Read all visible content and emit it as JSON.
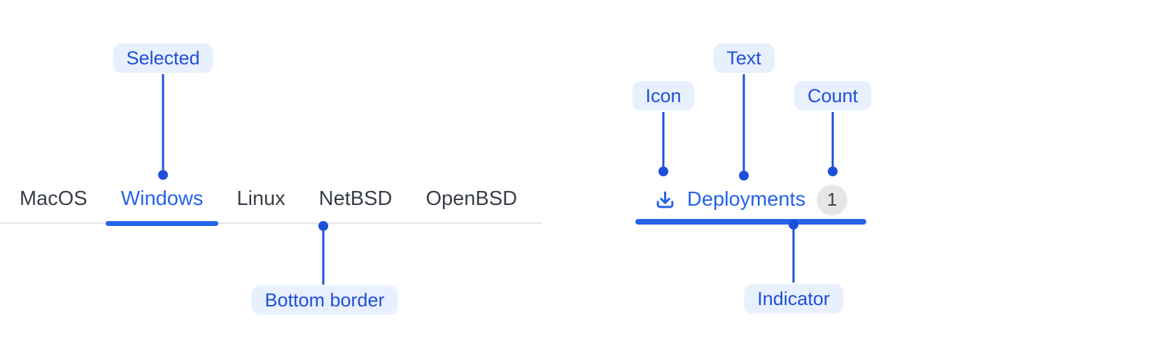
{
  "colors": {
    "accent_blue": "#2563eb",
    "annotation_blue": "#1d4fd8",
    "annotation_pill_bg": "#e9f0fd",
    "tab_text_gray": "#383e47",
    "bottom_border_gray": "#e2e4e8",
    "count_badge_bg": "#e5e6e8",
    "count_badge_text": "#3b3e45"
  },
  "tab_bar": {
    "tabs": [
      {
        "label": "MacOS",
        "selected": false
      },
      {
        "label": "Windows",
        "selected": true
      },
      {
        "label": "Linux",
        "selected": false
      },
      {
        "label": "NetBSD",
        "selected": false
      },
      {
        "label": "OpenBSD",
        "selected": false
      }
    ]
  },
  "deployment_tab": {
    "icon": "download-icon",
    "label": "Deployments",
    "count": "1"
  },
  "annotations": {
    "selected": "Selected",
    "bottom_border": "Bottom border",
    "icon": "Icon",
    "text": "Text",
    "count": "Count",
    "indicator": "Indicator"
  }
}
